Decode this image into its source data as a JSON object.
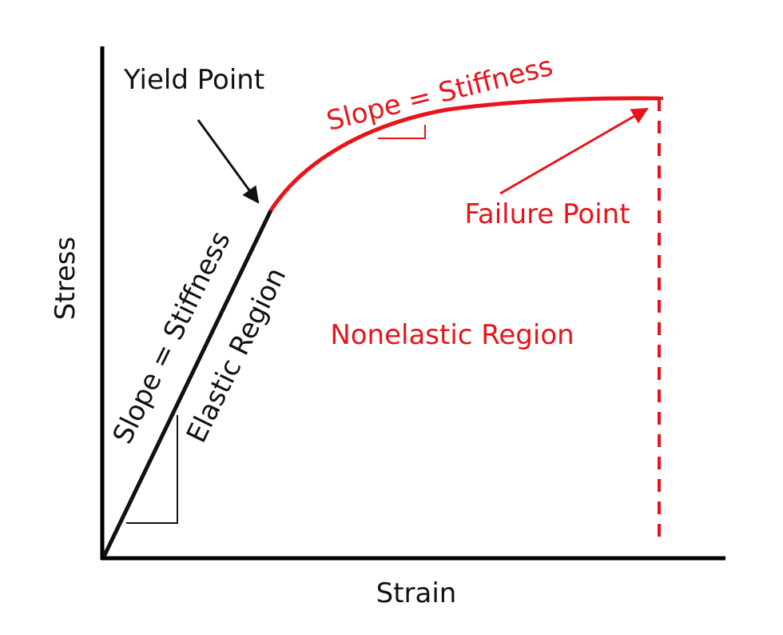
{
  "labels": {
    "y_axis": "Stress",
    "x_axis": "Strain",
    "yield_point": "Yield Point",
    "slope_elastic": "Slope = Stiffness",
    "elastic_region": "Elastic Region",
    "slope_nonelastic": "Slope = Stiffness",
    "failure_point": "Failure Point",
    "nonelastic_region": "Nonelastic Region"
  },
  "colors": {
    "elastic": "#111111",
    "nonelastic": "#e8141b"
  }
}
